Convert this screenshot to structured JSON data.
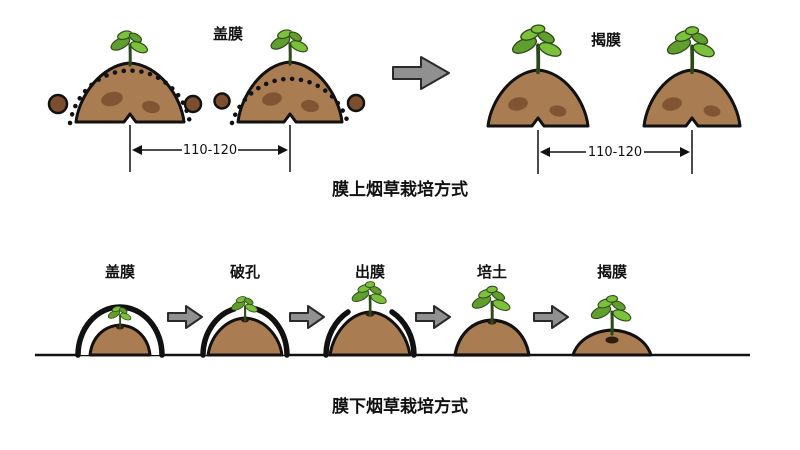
{
  "top_section": {
    "left_label": "盖膜",
    "right_label": "揭膜",
    "left_dimension": "110-120",
    "right_dimension": "110-120",
    "title": "膜上烟草栽培方式"
  },
  "bottom_section": {
    "stage_labels": [
      "盖膜",
      "破孔",
      "出膜",
      "培土",
      "揭膜"
    ],
    "title": "膜下烟草栽培方式"
  },
  "colors": {
    "soil": "#a97c52",
    "soil_dark": "#7a4e2e",
    "leaf_light": "#7cc13c",
    "leaf_dark": "#5f9e2f",
    "outline": "#111111",
    "arrow_gray": "#909090"
  }
}
